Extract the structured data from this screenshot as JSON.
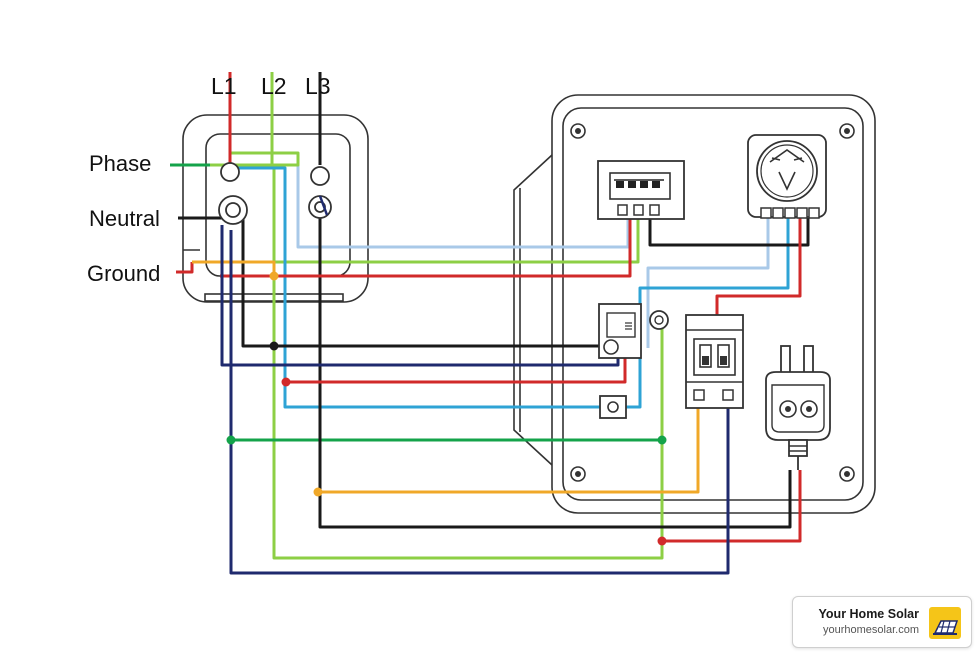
{
  "labels": {
    "l1": "L1",
    "l2": "L2",
    "l3": "L3",
    "phase": "Phase",
    "neutral": "Neutral",
    "ground": "Ground"
  },
  "brand": {
    "title": "Your Home Solar",
    "url": "yourhomesolar.com"
  },
  "wire_colors": {
    "red": "#d12a2a",
    "green_dark": "#14a34a",
    "green_light": "#8dcf45",
    "blue_light": "#a9c9e8",
    "blue": "#2ea3d5",
    "navy": "#1f2a6e",
    "black": "#1a1a1a",
    "orange": "#f0a828",
    "logo_yellow": "#f5c518"
  }
}
